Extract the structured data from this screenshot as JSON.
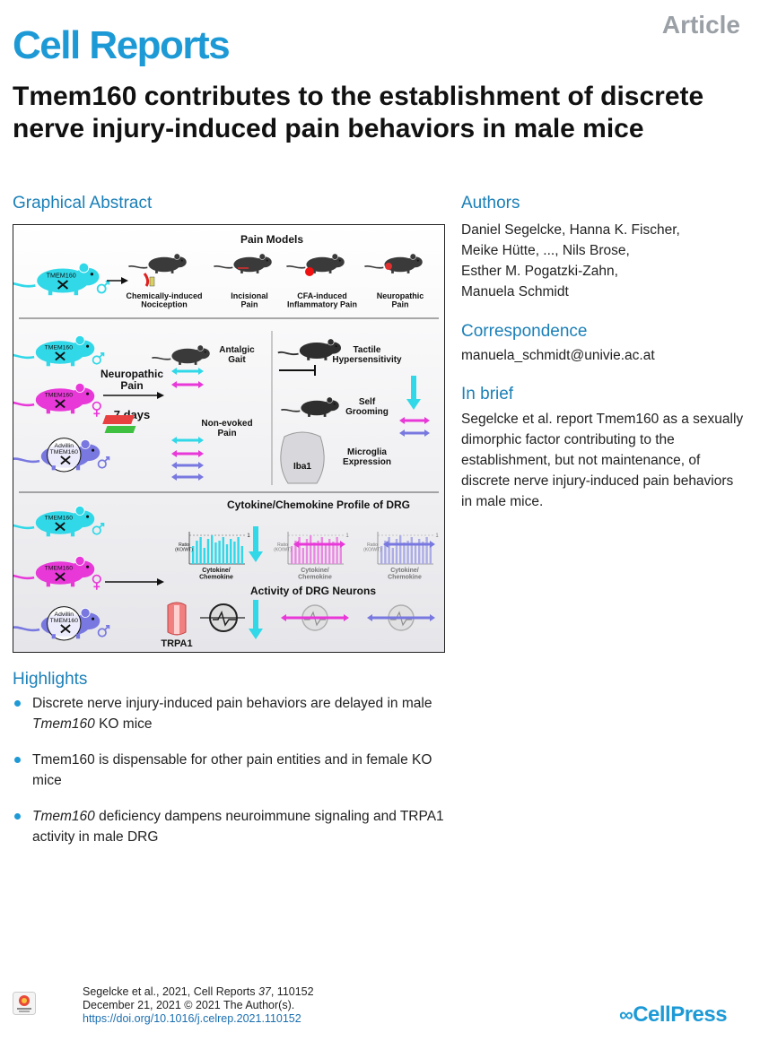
{
  "header": {
    "journal": "Cell Reports",
    "article_type": "Article",
    "title": "Tmem160 contributes to the establishment of discrete nerve injury-induced pain behaviors in male mice"
  },
  "graphical_abstract": {
    "heading": "Graphical Abstract",
    "pain_models": {
      "title": "Pain Models",
      "mouse_label": "TMEM160",
      "items": [
        "Chemically-induced\nNociception",
        "Incisional\nPain",
        "CFA-induced\nInflammatory Pain",
        "Neuropathic\nPain"
      ]
    },
    "middle": {
      "mouse_labels": [
        "TMEM160",
        "TMEM160",
        "Advillin\nTMEM160"
      ],
      "condition": "Neuropathic\nPain",
      "duration": "7 days",
      "outcomes": [
        "Antalgic\nGait",
        "Non-evoked\nPain",
        "Tactile\nHypersensitivity",
        "Self\nGrooming",
        "Microglia\nExpression"
      ],
      "iba1_label": "Iba1"
    },
    "bottom": {
      "mouse_labels": [
        "TMEM160",
        "TMEM160",
        "Advillin\nTMEM160"
      ],
      "cytokine_title": "Cytokine/Chemokine Profile of DRG",
      "panel_axis_y": "Ratio\n(KO/WT)",
      "panel_axis_x": "Cytokine/\nChemokine",
      "panel_max": "1",
      "activity_title": "Activity of DRG Neurons",
      "trpa1_label": "TRPA1"
    },
    "colors": {
      "male": "#30d8e8",
      "female": "#e838d8",
      "conditional": "#7878e0",
      "accent": "#1d9ad6"
    }
  },
  "authors": {
    "heading": "Authors",
    "lines": [
      "Daniel Segelcke, Hanna K. Fischer,",
      "Meike Hütte, ..., Nils Brose,",
      "Esther M. Pogatzki-Zahn,",
      "Manuela Schmidt"
    ]
  },
  "correspondence": {
    "heading": "Correspondence",
    "email": "manuela_schmidt@univie.ac.at"
  },
  "in_brief": {
    "heading": "In brief",
    "text": "Segelcke et al. report Tmem160 as a sexually dimorphic factor contributing to the establishment, but not maintenance, of discrete nerve injury-induced pain behaviors in male mice."
  },
  "highlights": {
    "heading": "Highlights",
    "items": [
      {
        "pre": "Discrete nerve injury-induced pain behaviors are delayed in male ",
        "em": "Tmem160",
        "post": " KO mice"
      },
      {
        "pre": "Tmem160 is dispensable for other pain entities and in female KO mice",
        "em": "",
        "post": ""
      },
      {
        "pre": "",
        "em": "Tmem160",
        "post": " deficiency dampens neuroimmune signaling and TRPA1 activity in male DRG"
      }
    ]
  },
  "footer": {
    "citation_pre": "Segelcke et al., 2021, Cell Reports ",
    "volume": "37",
    "citation_post": ", 110152",
    "date_line": "December 21, 2021 © 2021 The Author(s).",
    "doi": "https://doi.org/10.1016/j.celrep.2021.110152",
    "badge_text": "Check for updates",
    "publisher": "CellPress"
  }
}
